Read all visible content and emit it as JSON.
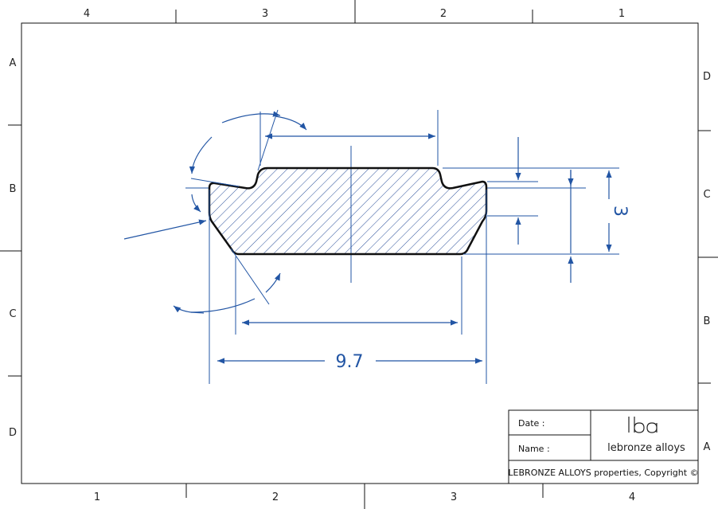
{
  "border_zones": {
    "top": [
      "4",
      "3",
      "2",
      "1"
    ],
    "bottom": [
      "1",
      "2",
      "3",
      "4"
    ],
    "left": [
      "A",
      "B",
      "C",
      "D"
    ],
    "right": [
      "D",
      "C",
      "B",
      "A"
    ]
  },
  "dimensions": {
    "width": "9.7",
    "height": "3"
  },
  "title_block": {
    "date_label": "Date :",
    "name_label": "Name :",
    "logo_mark": "lba",
    "company_name": "lebronze alloys",
    "copyright": "LEBRONZE ALLOYS properties, Copyright ©"
  },
  "colors": {
    "dimension": "#2255a4",
    "outline": "#111111",
    "hatch": "#2a4f9a"
  }
}
